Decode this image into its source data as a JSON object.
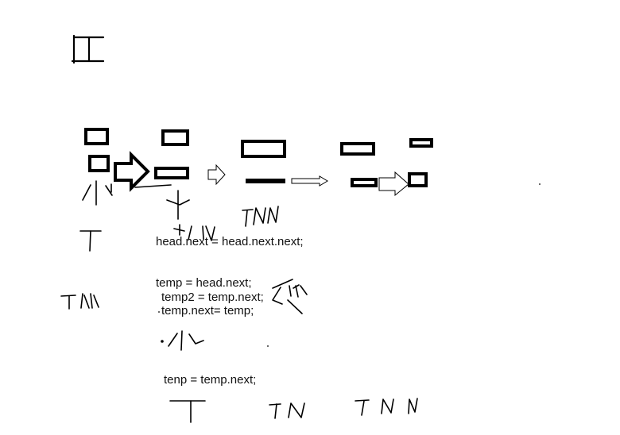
{
  "code": {
    "line1": "head.next = head.next.next;",
    "line2": "temp = head.next;",
    "line3": "temp2 = temp.next;",
    "line4": "temp.next= temp;",
    "line5": "tenp = temp.next;"
  },
  "sketch": {
    "strokes": [
      "corner-glyph",
      "T",
      "TN",
      "TNN",
      "TN-under-box",
      "TNN-right",
      "small-mark",
      "dot-marks"
    ]
  }
}
